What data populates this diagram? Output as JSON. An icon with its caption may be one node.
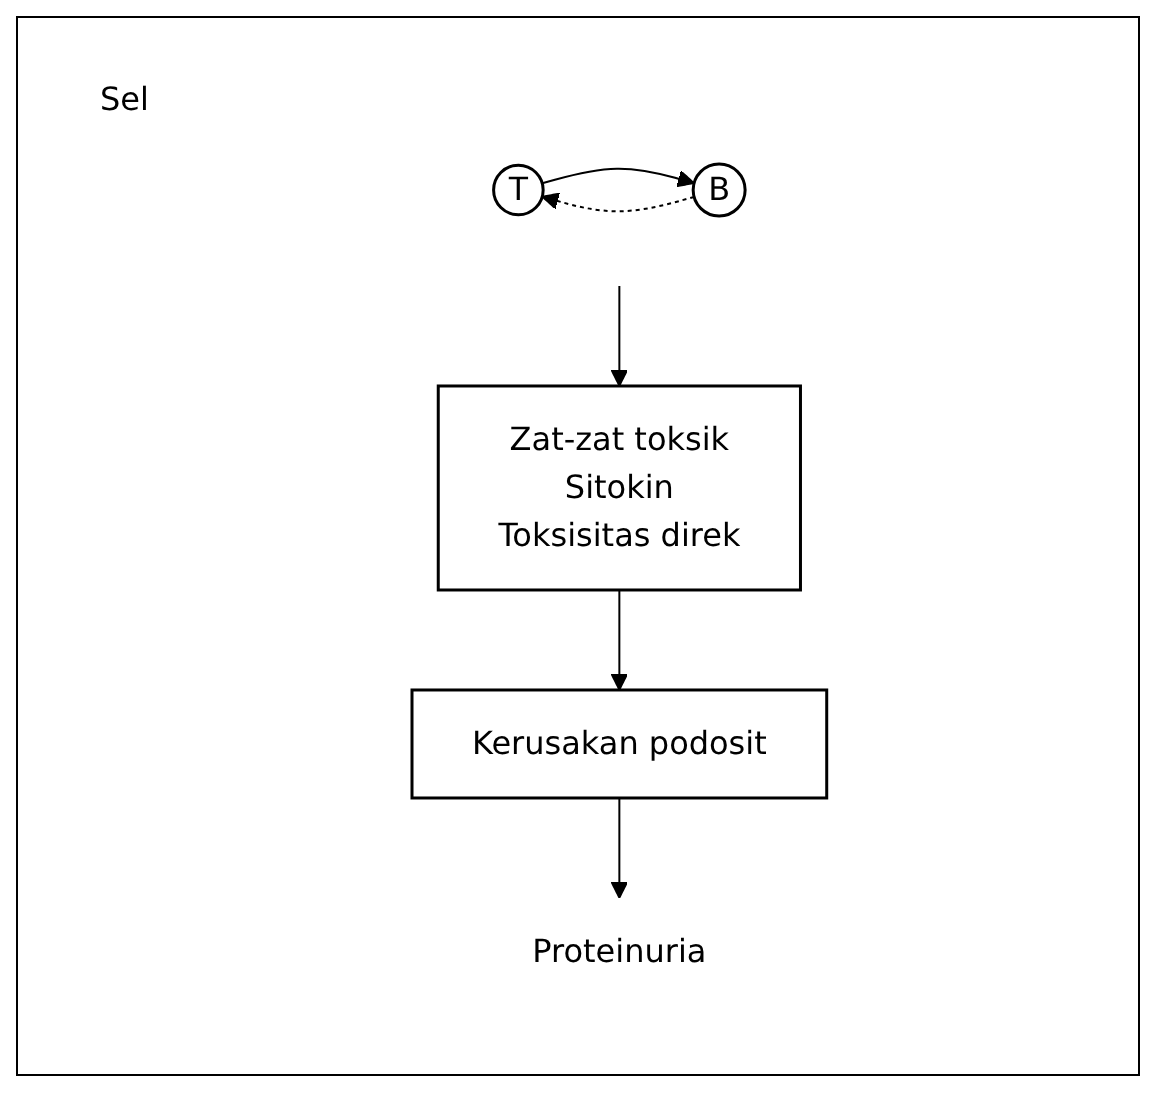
{
  "diagram": {
    "nodes": [
      {
        "text": [
          "T"
        ]
      },
      {
        "text": [
          "B"
        ]
      },
      {
        "text": [
          "Zat-zat toksik",
          "Sitokin",
          "Toksisitas direk"
        ]
      },
      {
        "text": [
          "Kerusakan podosit"
        ]
      },
      {
        "text": [
          "Proteinuria"
        ]
      }
    ],
    "edges": [
      {
        "from": 0,
        "to": 1,
        "arrow": "to"
      },
      {
        "from": 1,
        "to": 0,
        "arrow": "to",
        "style": "dashed"
      },
      {
        "from": null,
        "to": 2,
        "arrow": "to"
      },
      {
        "from": 2,
        "to": 3,
        "arrow": "to"
      },
      {
        "from": 3,
        "to": 4,
        "arrow": "to"
      }
    ],
    "labels": [
      "Sel"
    ]
  }
}
